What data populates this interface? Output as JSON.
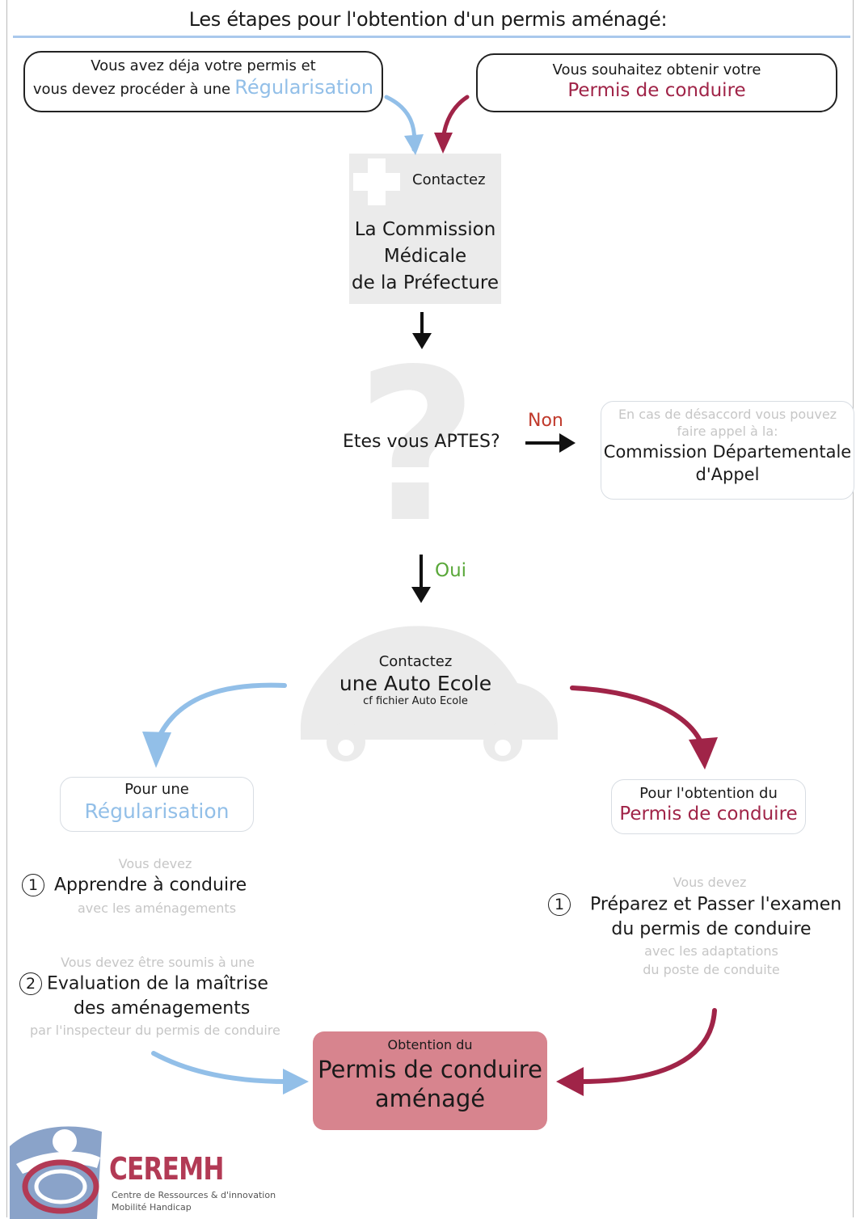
{
  "title": "Les étapes pour l'obtention d'un permis aménagé:",
  "top_left": {
    "line1": "Vous avez déja votre permis et",
    "line2_prefix": "vous devez procéder à une",
    "highlight": "Régularisation"
  },
  "top_right": {
    "line1": "Vous souhaitez obtenir votre",
    "highlight": "Permis de conduire"
  },
  "commission": {
    "label": "Contactez",
    "line1": "La Commission",
    "line2": "Médicale",
    "line3": "de la Préfecture"
  },
  "question": {
    "text": "Etes vous APTES?",
    "no_label": "Non",
    "yes_label": "Oui",
    "glyph": "?"
  },
  "appeal": {
    "note1": "En cas de désaccord vous pouvez",
    "note2": "faire appel à la:",
    "line1": "Commission Départementale",
    "line2": "d'Appel"
  },
  "auto_ecole": {
    "label": "Contactez",
    "name": "une Auto Ecole",
    "note": "cf fichier Auto Ecole"
  },
  "left_branch": {
    "box_line1": "Pour une",
    "box_highlight": "Régularisation",
    "step1_intro": "Vous devez",
    "step1_num": "1",
    "step1_text": "Apprendre à conduire",
    "step1_note": "avec les aménagements",
    "step2_intro": "Vous devez être soumis à une",
    "step2_num": "2",
    "step2_line1": "Evaluation de la maîtrise",
    "step2_line2": "des aménagements",
    "step2_note": "par l'inspecteur du permis de conduire"
  },
  "right_branch": {
    "box_line1": "Pour l'obtention du",
    "box_highlight": "Permis de conduire",
    "step1_intro": "Vous devez",
    "step1_num": "1",
    "step1_line1": "Préparez et Passer l'examen",
    "step1_line2": "du permis de conduire",
    "step1_note1": "avec les adaptations",
    "step1_note2": "du poste de conduite"
  },
  "result": {
    "label": "Obtention du",
    "line1": "Permis de conduire",
    "line2": "aménagé"
  },
  "logo": {
    "name": "CEREMH",
    "tagline1": "Centre de Ressources & d'innovation",
    "tagline2": "Mobilité Handicap"
  },
  "colors": {
    "blue": "#92bfe8",
    "red": "#a02448",
    "result_fill": "#d7848e",
    "grey_shape": "#ebebeb"
  }
}
